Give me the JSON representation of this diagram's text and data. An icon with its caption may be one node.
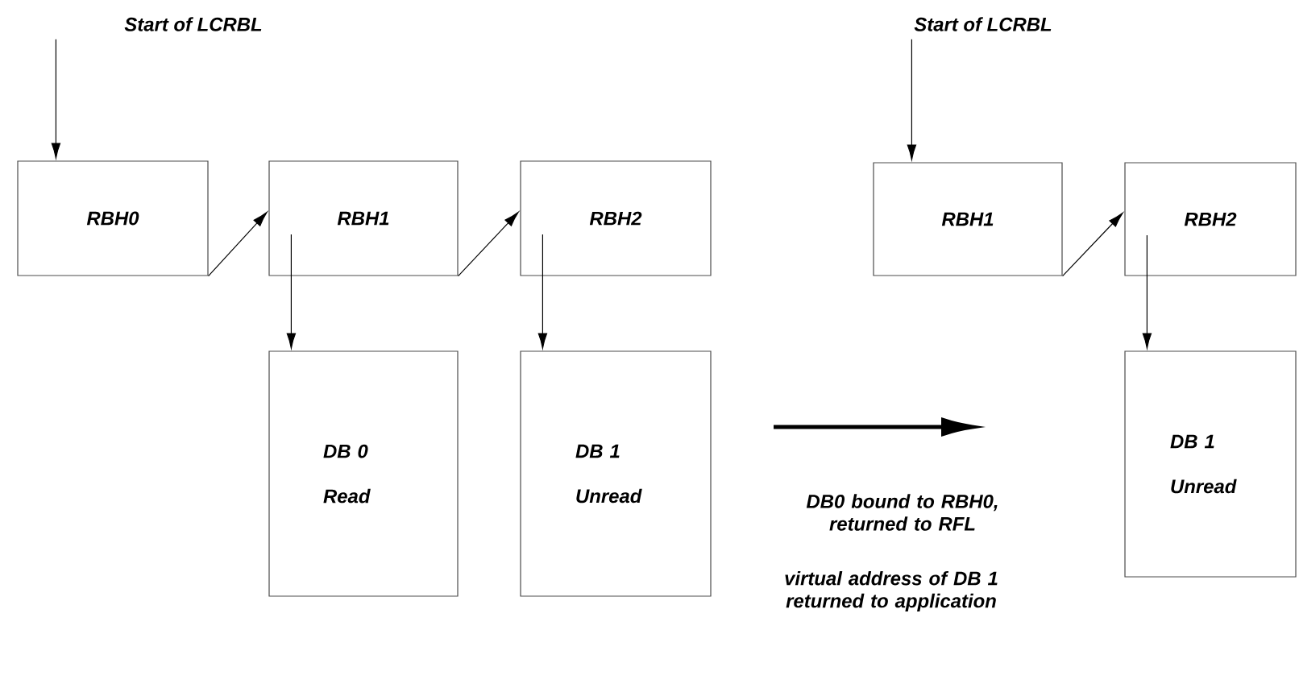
{
  "diagram": {
    "nodes": [
      {
        "text": [
          "Start of LCRBL"
        ]
      },
      {
        "text": [
          "RBH0"
        ]
      },
      {
        "text": [
          "RBH1"
        ]
      },
      {
        "text": [
          "RBH2"
        ]
      },
      {
        "text": [
          "DB 0 Read"
        ]
      },
      {
        "text": [
          "DB 1 Unread"
        ]
      },
      {
        "text": [
          "Start of LCRBL"
        ]
      },
      {
        "text": [
          "RBH1"
        ]
      },
      {
        "text": [
          "RBH2"
        ]
      },
      {
        "text": [
          "DB 1 Unread"
        ]
      }
    ],
    "edges": [
      {
        "from": 0,
        "to": 1,
        "arrow": "to"
      },
      {
        "from": 1,
        "to": 2,
        "arrow": "to"
      },
      {
        "from": 2,
        "to": 3,
        "arrow": "to"
      },
      {
        "from": 2,
        "to": 4,
        "arrow": "to"
      },
      {
        "from": 3,
        "to": 5,
        "arrow": "to"
      },
      {
        "from": 6,
        "to": 7,
        "arrow": "to"
      },
      {
        "from": 7,
        "to": 8,
        "arrow": "to"
      },
      {
        "from": 8,
        "to": 9,
        "arrow": "to"
      }
    ],
    "labels": [
      "DB0 bound to RBH0, returned to RFL",
      "virtual address of DB 1 returned to application"
    ]
  }
}
